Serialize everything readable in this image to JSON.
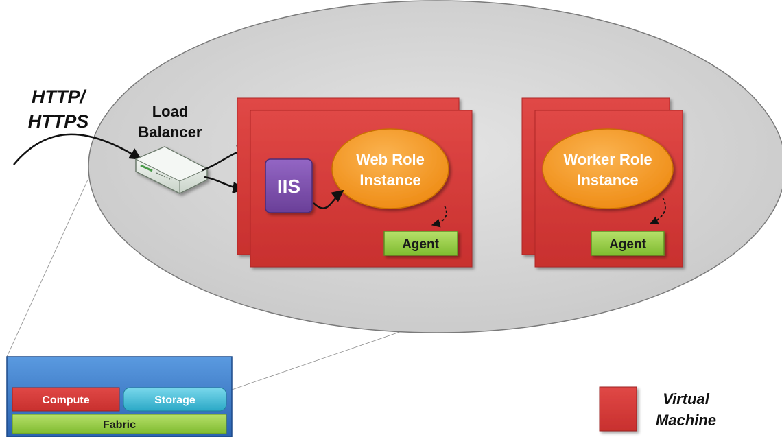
{
  "http_label": {
    "line1": "HTTP/",
    "line2": "HTTPS"
  },
  "load_balancer": {
    "line1": "Load",
    "line2": "Balancer"
  },
  "web_role": {
    "iis_label": "IIS",
    "instance_line1": "Web Role",
    "instance_line2": "Instance",
    "agent_label": "Agent"
  },
  "worker_role": {
    "instance_line1": "Worker Role",
    "instance_line2": "Instance",
    "agent_label": "Agent"
  },
  "platform": {
    "compute_label": "Compute",
    "storage_label": "Storage",
    "fabric_label": "Fabric"
  },
  "legend": {
    "line1": "Virtual",
    "line2": "Machine"
  },
  "colors": {
    "vm_red": "#d83a38",
    "iis_purple": "#7a4ea8",
    "instance_orange": "#f5971e",
    "agent_green": "#8dc93c",
    "ellipse_gray": "#cfcfcf",
    "storage_cyan": "#3cb8d2",
    "platform_blue": "#2f6fbf"
  }
}
